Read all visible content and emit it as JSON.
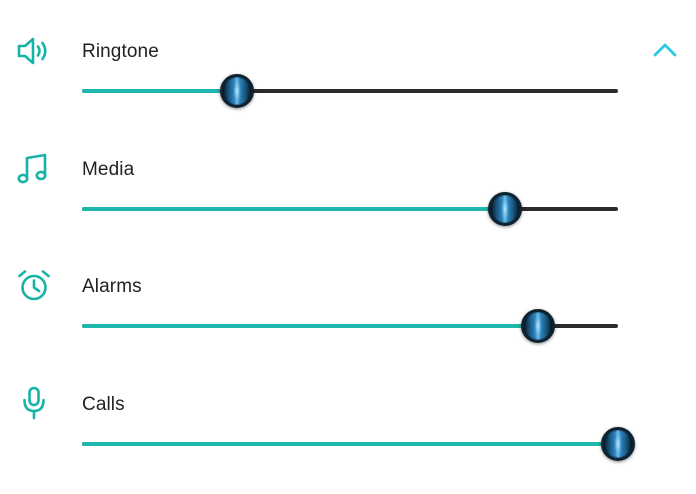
{
  "volume_panel": {
    "accent_color": "#1fb6ac",
    "track_color": "#2b2b2b",
    "collapse_icon": "chevron-up-icon",
    "rows": [
      {
        "label": "Ringtone",
        "icon": "speaker-icon",
        "level": 0.29
      },
      {
        "label": "Media",
        "icon": "music-note-icon",
        "level": 0.79
      },
      {
        "label": "Alarms",
        "icon": "alarm-clock-icon",
        "level": 0.85
      },
      {
        "label": "Calls",
        "icon": "microphone-icon",
        "level": 1.0
      }
    ]
  }
}
